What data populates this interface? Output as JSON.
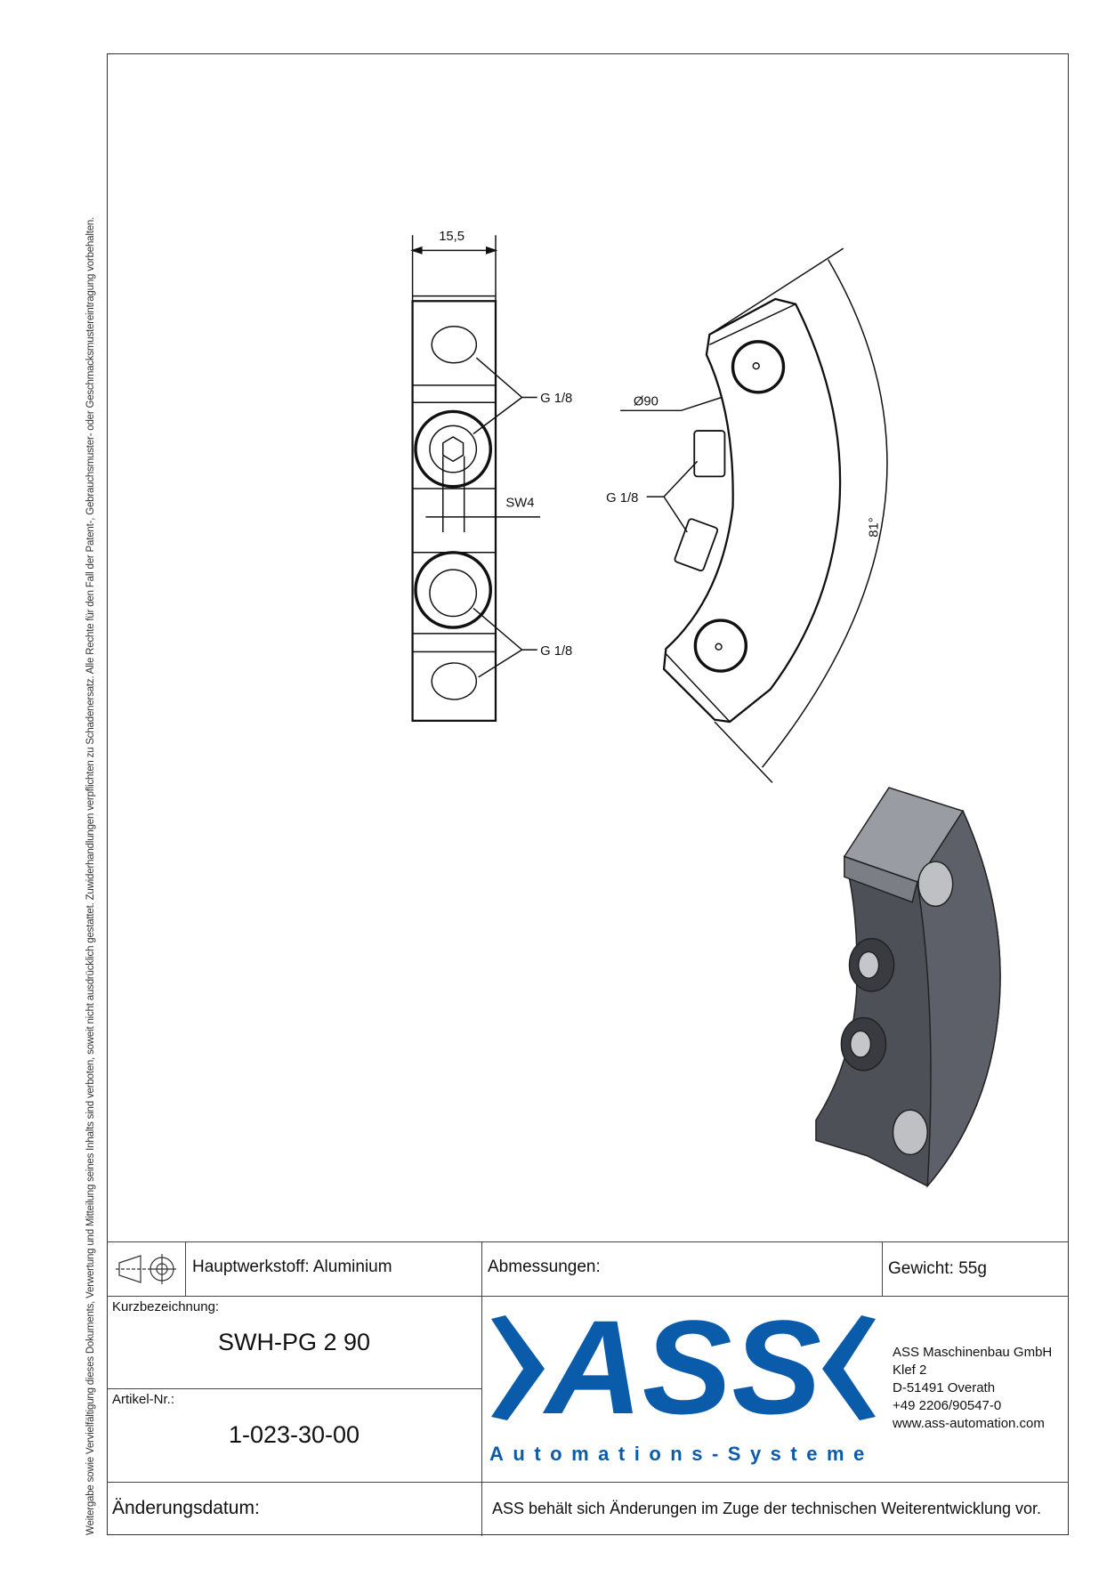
{
  "side_note": "Weitergabe sowie Vervielfältigung dieses Dokuments, Verwertung und Mitteilung seines Inhalts sind verboten, soweit nicht ausdrücklich gestattet. Zuwiderhandlungen verpflichten zu Schadenersatz. Alle Rechte für den Fall der Patent-, Gebrauchsmuster- oder Geschmacksmustereintragung vorbehalten.",
  "drawing": {
    "dim_width": "15,5",
    "thread_label_1": "G 1/8",
    "thread_label_2": "G 1/8",
    "thread_label_3": "G 1/8",
    "wrench_size": "SW4",
    "diameter": "Ø90",
    "angle": "81°"
  },
  "title_block": {
    "material": "Hauptwerkstoff: Aluminium",
    "dimensions_label": "Abmessungen:",
    "weight": "Gewicht: 55g",
    "short_name_label": "Kurzbezeichnung:",
    "short_name": "SWH-PG 2 90",
    "article_label": "Artikel-Nr.:",
    "article_number": "1-023-30-00",
    "change_date_label": "Änderungsdatum:",
    "disclaimer": "ASS behält sich Änderungen im Zuge der technischen Weiterentwicklung vor."
  },
  "company": {
    "logo_text": "ASS",
    "logo_subtitle": "Automations-Systeme",
    "name": "ASS Maschinenbau GmbH",
    "street": "Klef 2",
    "city": "D-51491 Overath",
    "phone": "+49 2206/90547-0",
    "web": "www.ass-automation.com",
    "brand_color": "#0a5cab"
  }
}
